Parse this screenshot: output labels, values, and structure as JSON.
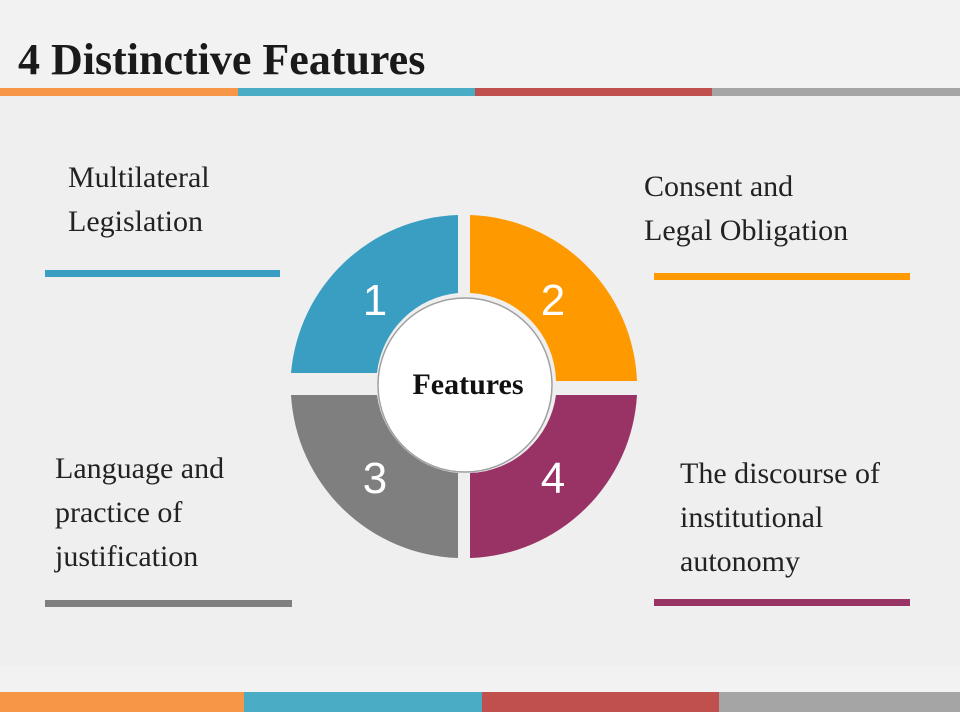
{
  "slide": {
    "title": "4 Distinctive Features",
    "bands": [
      "#f79646",
      "#4bacc6",
      "#c0504d",
      "#a5a5a5"
    ]
  },
  "diagram": {
    "center_label": "Features",
    "quadrants": [
      {
        "number": "1",
        "color": "#3a9ec2",
        "lines": [
          "Multilateral",
          "Legislation"
        ]
      },
      {
        "number": "2",
        "color": "#ff9900",
        "lines": [
          "Consent and",
          "Legal Obligation"
        ]
      },
      {
        "number": "3",
        "color": "#7f7f7f",
        "lines": [
          "Language and",
          "practice of",
          "justification"
        ]
      },
      {
        "number": "4",
        "color": "#993366",
        "lines": [
          "The discourse of",
          "institutional",
          "autonomy"
        ]
      }
    ]
  }
}
